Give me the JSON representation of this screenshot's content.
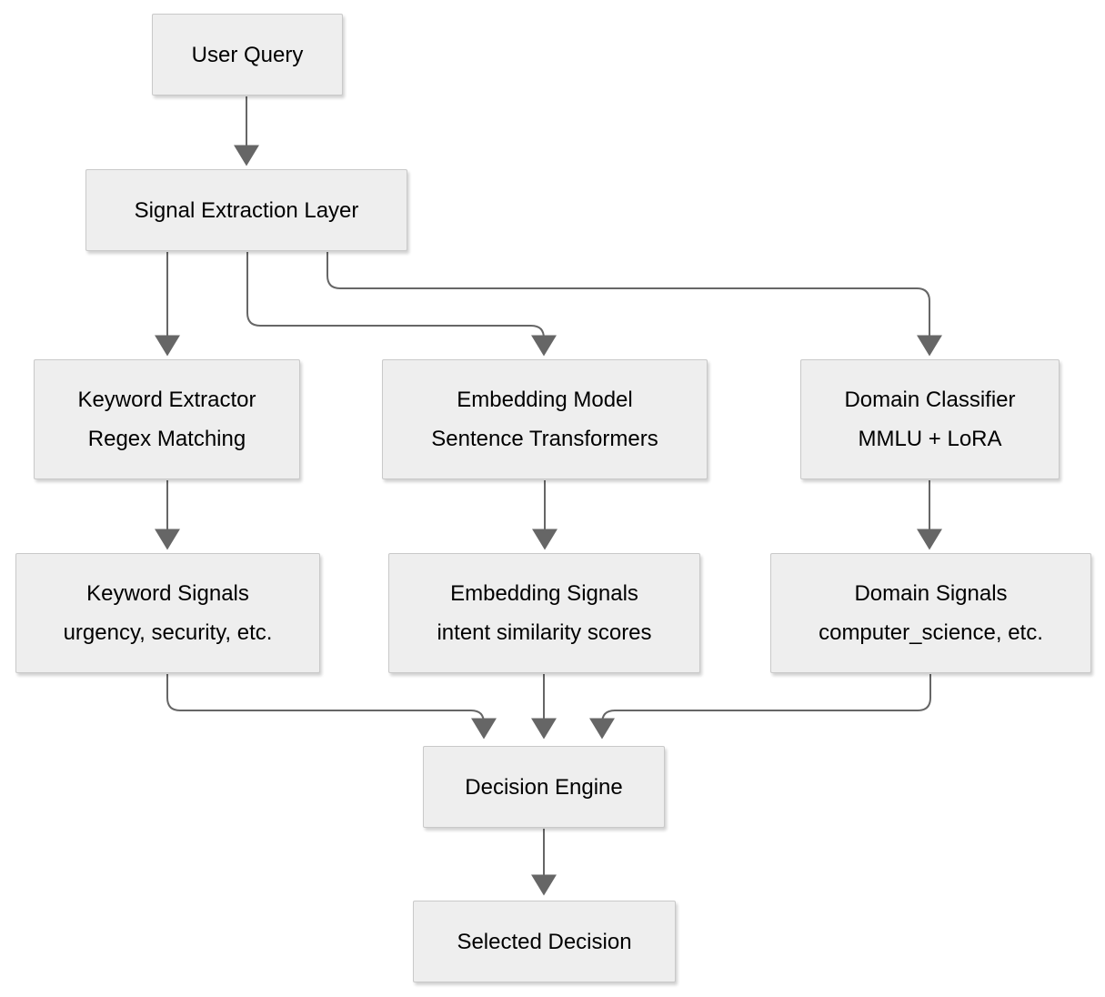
{
  "colors": {
    "background": "#ffffff",
    "node_fill": "#eeeeee",
    "node_border": "#c9c9c9",
    "connector": "#666666",
    "text": "#000000"
  },
  "nodes": {
    "user_query": {
      "line1": "User Query"
    },
    "signal_extraction_layer": {
      "line1": "Signal Extraction Layer"
    },
    "keyword_extractor": {
      "line1": "Keyword Extractor",
      "line2": "Regex Matching"
    },
    "embedding_model": {
      "line1": "Embedding Model",
      "line2": "Sentence Transformers"
    },
    "domain_classifier": {
      "line1": "Domain Classifier",
      "line2": "MMLU + LoRA"
    },
    "keyword_signals": {
      "line1": "Keyword Signals",
      "line2": "urgency, security, etc."
    },
    "embedding_signals": {
      "line1": "Embedding Signals",
      "line2": "intent similarity scores"
    },
    "domain_signals": {
      "line1": "Domain Signals",
      "line2": "computer_science, etc."
    },
    "decision_engine": {
      "line1": "Decision Engine"
    },
    "selected_decision": {
      "line1": "Selected Decision"
    }
  },
  "edges": [
    {
      "from": "user_query",
      "to": "signal_extraction_layer"
    },
    {
      "from": "signal_extraction_layer",
      "to": "keyword_extractor"
    },
    {
      "from": "signal_extraction_layer",
      "to": "embedding_model"
    },
    {
      "from": "signal_extraction_layer",
      "to": "domain_classifier"
    },
    {
      "from": "keyword_extractor",
      "to": "keyword_signals"
    },
    {
      "from": "embedding_model",
      "to": "embedding_signals"
    },
    {
      "from": "domain_classifier",
      "to": "domain_signals"
    },
    {
      "from": "keyword_signals",
      "to": "decision_engine"
    },
    {
      "from": "embedding_signals",
      "to": "decision_engine"
    },
    {
      "from": "domain_signals",
      "to": "decision_engine"
    },
    {
      "from": "decision_engine",
      "to": "selected_decision"
    }
  ]
}
